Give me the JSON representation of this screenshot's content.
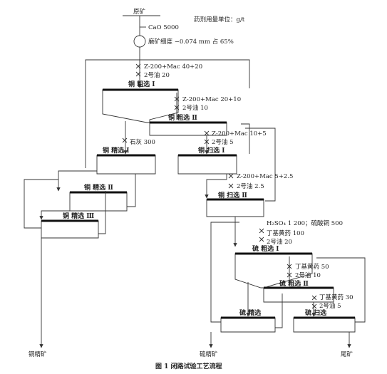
{
  "units_note": "药剂用量单位：g/t",
  "feed": {
    "label": "原矿",
    "cao": "CaO 5000",
    "grind": "磨矿细度 −0.074 mm 占 65%"
  },
  "stages": {
    "cu_rougher1": {
      "label": "铜 粗选 Ⅰ",
      "reagents": [
        "Z-200+Mac 40+20",
        "2号油 20"
      ]
    },
    "cu_rougher2": {
      "label": "铜 粗选 Ⅱ",
      "reagents": [
        "Z-200+Mac 20+10",
        "2号油 10"
      ]
    },
    "cu_cleaner1": {
      "label": "铜 精选 Ⅰ",
      "reagents": [
        "石灰 300"
      ]
    },
    "cu_scav1": {
      "label": "铜 扫选 Ⅰ",
      "reagents": [
        "Z-200+Mac 10+5",
        "2号油 5"
      ]
    },
    "cu_cleaner2": {
      "label": "铜 精选 Ⅱ"
    },
    "cu_scav2": {
      "label": "铜 扫选 Ⅱ",
      "reagents": [
        "Z-200+Mac 5+2.5",
        "2号油 2.5"
      ]
    },
    "cu_cleaner3": {
      "label": "铜 精选 Ⅲ"
    },
    "s_rougher1": {
      "label": "硫 粗选 Ⅰ",
      "reagents": [
        "H₂SO₄ 1 200；硫酸铜 500",
        "丁基黄药 100",
        "2号油 20"
      ]
    },
    "s_rougher2": {
      "label": "硫 粗选 Ⅱ",
      "reagents": [
        "丁基黄药 50",
        "2号油 10"
      ]
    },
    "s_cleaner": {
      "label": "硫 精选"
    },
    "s_scav": {
      "label": "硫 扫选",
      "reagents": [
        "丁基黄药 30",
        "2号油 5"
      ]
    }
  },
  "products": {
    "cu_conc": "铜精矿",
    "s_conc": "硫精矿",
    "tailings": "尾矿"
  },
  "caption": "图 1   闭路试验工艺流程"
}
